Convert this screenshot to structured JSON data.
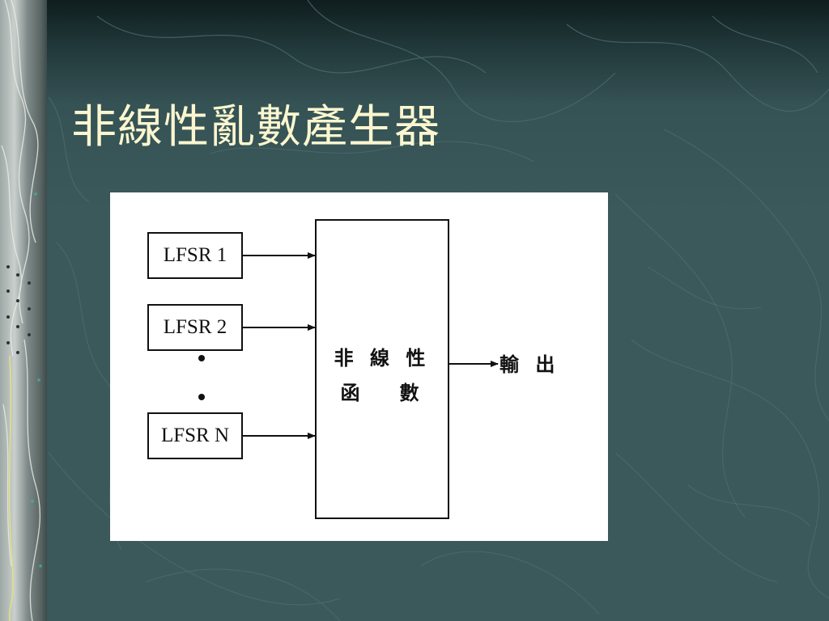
{
  "slide": {
    "title": "非線性亂數產生器"
  },
  "diagram": {
    "inputs": [
      {
        "label": "LFSR 1"
      },
      {
        "label": "LFSR 2"
      },
      {
        "label": "LFSR N"
      }
    ],
    "function_box": {
      "line1": "非 線 性",
      "line2": "函   數"
    },
    "output_label": "輸 出",
    "colors": {
      "background": "#3b585a",
      "title": "#fbf6cf",
      "figure_bg": "#ffffff",
      "ink": "#111111"
    }
  }
}
